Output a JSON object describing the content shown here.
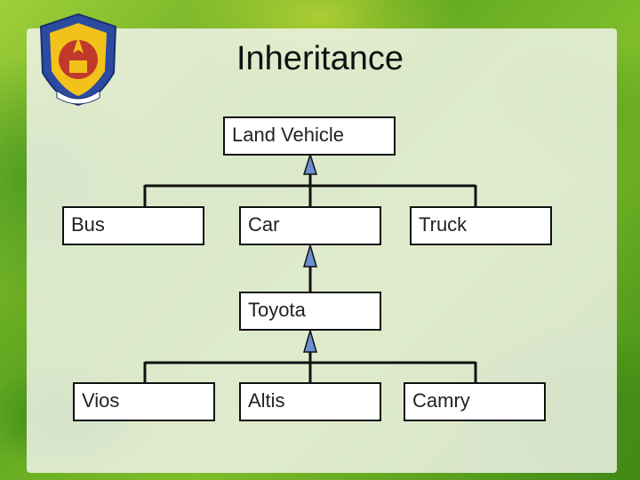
{
  "title": "Inheritance",
  "nodes": {
    "land_vehicle": "Land Vehicle",
    "bus": "Bus",
    "car": "Car",
    "truck": "Truck",
    "toyota": "Toyota",
    "vios": "Vios",
    "altis": "Altis",
    "camry": "Camry"
  },
  "colors": {
    "arrow_fill": "#6b8fd1",
    "panel": "#f0f2e8",
    "line": "#111111"
  }
}
